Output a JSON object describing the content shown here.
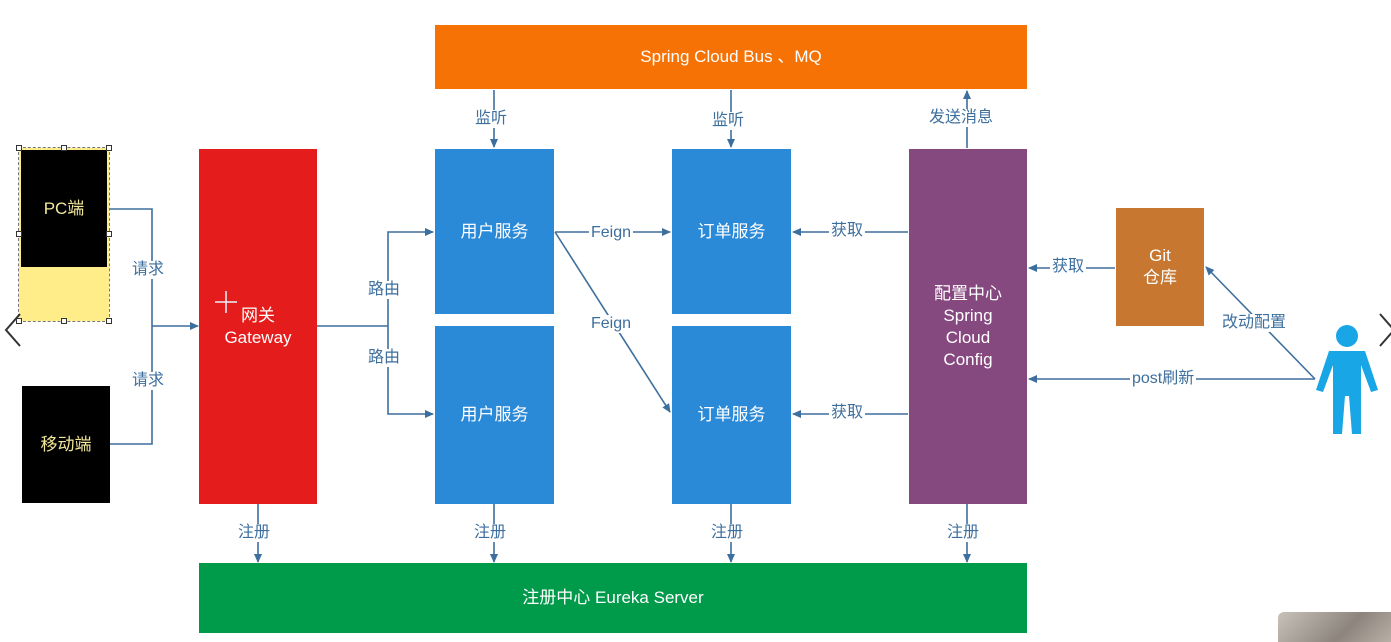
{
  "nodes": {
    "bus": "Spring Cloud Bus 、MQ",
    "pc": "PC端",
    "mobile": "移动端",
    "gateway": [
      "网关",
      "Gateway"
    ],
    "user_service_1": "用户服务",
    "user_service_2": "用户服务",
    "order_service_1": "订单服务",
    "order_service_2": "订单服务",
    "config": [
      "配置中心",
      "Spring",
      "Cloud",
      "Config"
    ],
    "git": [
      "Git",
      "仓库"
    ],
    "eureka": "注册中心 Eureka Server"
  },
  "labels": {
    "request_1": "请求",
    "request_2": "请求",
    "route_1": "路由",
    "route_2": "路由",
    "listen_1": "监听",
    "listen_2": "监听",
    "send_message": "发送消息",
    "feign_1": "Feign",
    "feign_2": "Feign",
    "fetch_1": "获取",
    "fetch_2": "获取",
    "fetch_git": "获取",
    "change_config": "改动配置",
    "post_refresh": "post刷新",
    "register_1": "注册",
    "register_2": "注册",
    "register_3": "注册",
    "register_4": "注册"
  },
  "colors": {
    "bus": "#f77204",
    "gateway": "#e51c1c",
    "service": "#2b8ad8",
    "config": "#86497f",
    "git": "#c7772f",
    "eureka": "#009a4b",
    "client": "#000000",
    "highlight": "#ffed8a",
    "person": "#18a6e6",
    "line": "#3d6f9e"
  },
  "icons": [
    "person-icon",
    "chevron-left-icon",
    "chevron-right-icon",
    "move-cursor-icon"
  ]
}
